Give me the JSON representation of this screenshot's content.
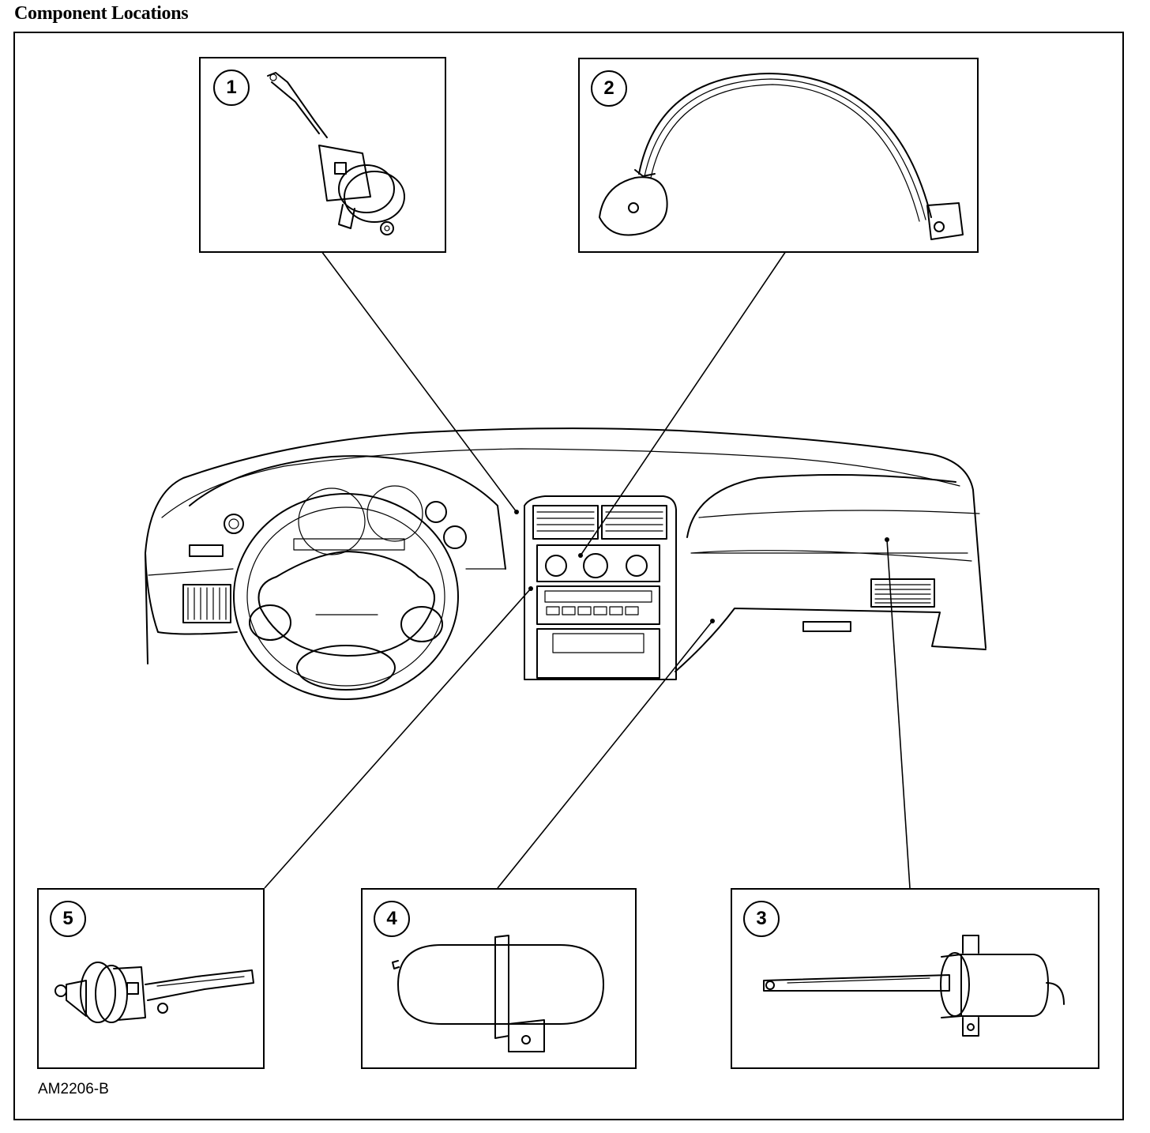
{
  "title": "Component Locations",
  "figure_id": "AM2206-B",
  "callouts": {
    "c1": "1",
    "c2": "2",
    "c3": "3",
    "c4": "4",
    "c5": "5"
  },
  "icons": {
    "c1": "vacuum-motor-with-arm",
    "c2": "temperature-control-cable",
    "c3": "vacuum-motor-actuator",
    "c4": "vacuum-reservoir",
    "c5": "vacuum-motor-with-arm"
  },
  "colors": {
    "line": "#000000",
    "background": "#ffffff"
  }
}
